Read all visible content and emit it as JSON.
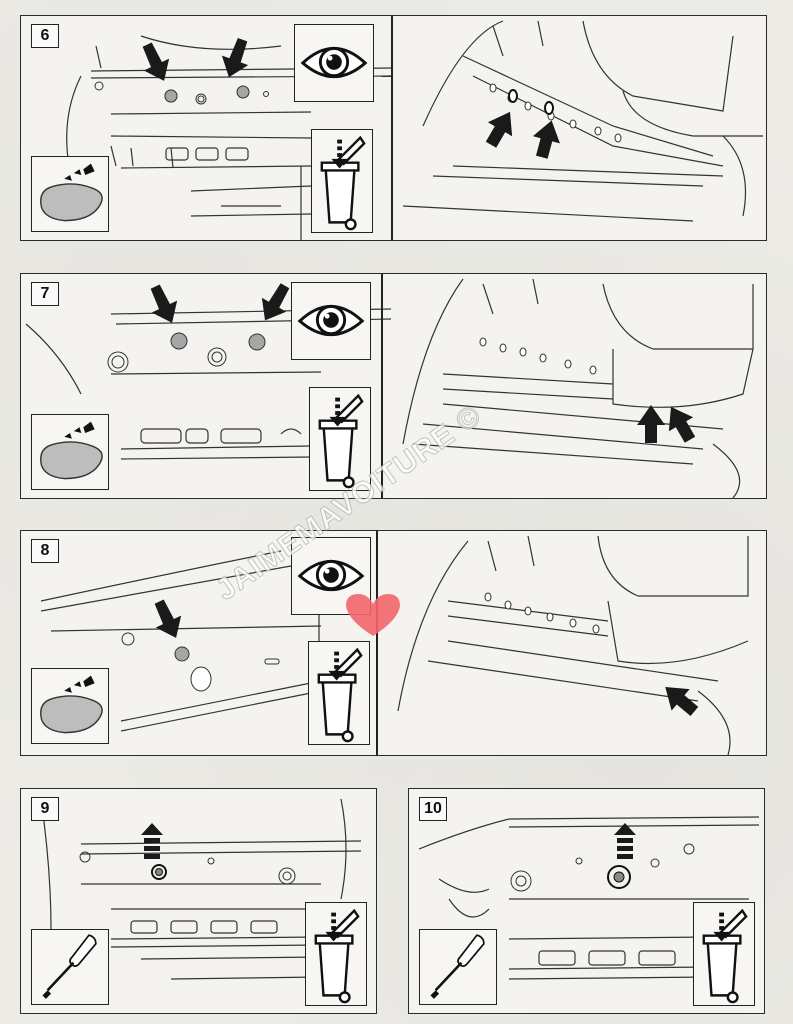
{
  "steps": [
    {
      "number": "6",
      "icons": [
        "eye-icon",
        "trash-bin-icon",
        "sealant-swab-icon"
      ],
      "arrow_color": "#1a1a1a",
      "hole_color": "#a6a6a6"
    },
    {
      "number": "7",
      "icons": [
        "eye-icon",
        "trash-bin-icon",
        "sealant-swab-icon"
      ],
      "arrow_color": "#1a1a1a",
      "hole_color": "#a6a6a6"
    },
    {
      "number": "8",
      "icons": [
        "eye-icon",
        "trash-bin-icon",
        "sealant-swab-icon"
      ],
      "arrow_color": "#1a1a1a",
      "hole_color": "#a6a6a6"
    },
    {
      "number": "9",
      "icons": [
        "screwdriver-icon",
        "trash-bin-icon",
        "dashed-up-arrow-icon"
      ]
    },
    {
      "number": "10",
      "icons": [
        "screwdriver-icon",
        "trash-bin-icon",
        "dashed-up-arrow-icon"
      ]
    }
  ],
  "watermark": "JAIMEMAVOITURE ©",
  "colors": {
    "line": "#222222",
    "paper": "#f4f3ef",
    "heart": "#f2666c"
  }
}
